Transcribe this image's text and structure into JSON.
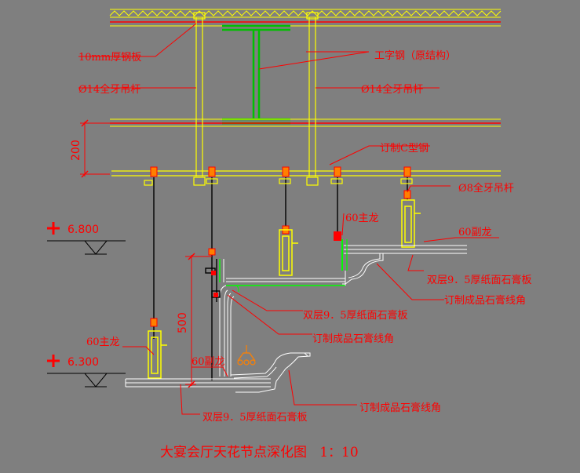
{
  "title": "大宴会厅天花节点深化图   1：10",
  "colors": {
    "background": "#7f7f7f",
    "label_text": "#ff0000",
    "leader": "#ff0000",
    "steel": "#ffff00",
    "rod": "#000000",
    "gypsum_green": "#00ff00",
    "white_section": "#ffffff",
    "orange": "#ff8000"
  },
  "labels": {
    "steel_plate": "10mm厚钢板",
    "i_beam": "工字钢（原结构）",
    "rod14_left": "Ø14全牙吊杆",
    "rod14_right": "Ø14全牙吊杆",
    "c_channel": "订制C型钢",
    "rod8": "Ø8全牙吊杆",
    "main_keel_upper": "60主龙",
    "sub_keel_upper": "60副龙",
    "gypsum_upper": "双层9．5厚纸面石膏板",
    "molding_upper": "订制成品石膏线角",
    "gypsum_mid": "双层9．5厚纸面石膏板",
    "molding_mid": "订制成品石膏线角",
    "main_keel_lower": "60主龙",
    "sub_keel_lower": "60副龙",
    "molding_lower": "订制成品石膏线角",
    "gypsum_lower": "双层9．5厚纸面石膏板"
  },
  "dimensions": {
    "dim_200": "200",
    "dim_500": "500"
  },
  "elevations": {
    "upper": "6.800",
    "lower": "6.300"
  }
}
